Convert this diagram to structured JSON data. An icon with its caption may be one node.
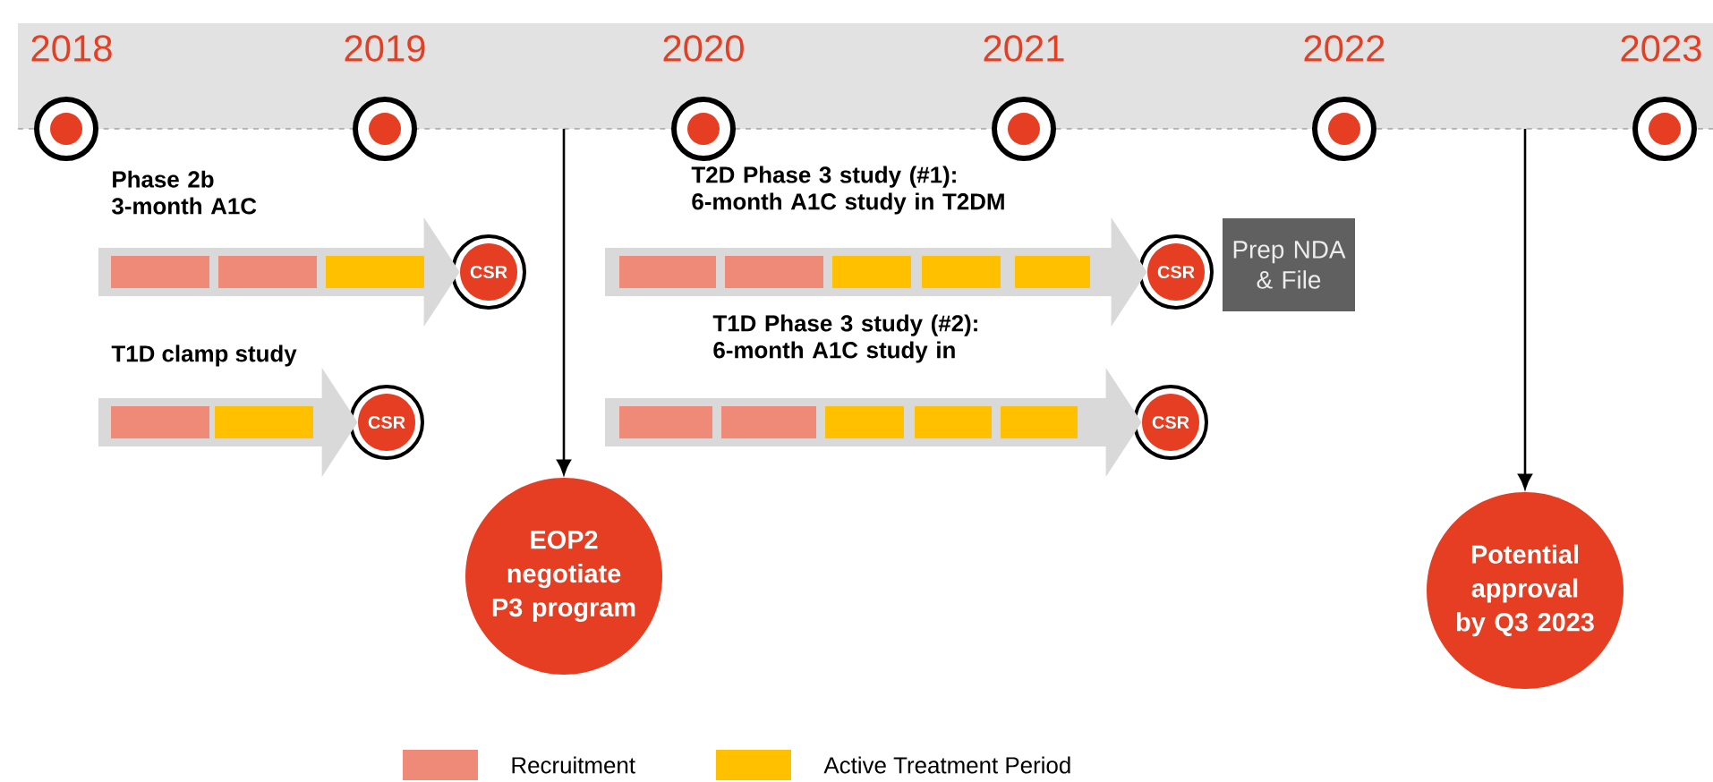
{
  "diagram": {
    "nodes": [
      {
        "text": [
          "CSR"
        ]
      },
      {
        "text": [
          "CSR"
        ]
      },
      {
        "text": [
          "CSR"
        ]
      },
      {
        "text": [
          "Prep NDA & File"
        ]
      },
      {
        "text": [
          "CSR"
        ]
      },
      {
        "text": [
          "EOP2 negotiate P3 program"
        ]
      },
      {
        "text": [
          "Potential approval by Q3 2023"
        ]
      }
    ],
    "edges": [
      {
        "from": null,
        "to": 0,
        "arrow": "to",
        "label": "Phase 2b 3-month A1C",
        "color": "#d9d9d9"
      },
      {
        "from": null,
        "to": 1,
        "arrow": "to",
        "label": "T1D clamp study",
        "color": "#d9d9d9"
      },
      {
        "from": null,
        "to": 2,
        "arrow": "to",
        "label": "T2D Phase 3 study (#1): 6-month A1C study in T2DM",
        "color": "#d9d9d9"
      },
      {
        "from": null,
        "to": 4,
        "arrow": "to",
        "label": "T1D Phase 3 study (#2): 6-month A1C study in",
        "color": "#d9d9d9"
      },
      {
        "from": null,
        "to": 5,
        "arrow": "to",
        "color": "#000000"
      },
      {
        "from": null,
        "to": 6,
        "arrow": "to",
        "color": "#000000"
      }
    ],
    "labels": [
      "2018",
      "2019",
      "2020",
      "2021",
      "2022",
      "2023"
    ],
    "legend": [
      {
        "text": "Recruitment",
        "color": "#f08a78"
      },
      {
        "text": "Active Treatment Period",
        "color": "#ffc000"
      }
    ]
  }
}
